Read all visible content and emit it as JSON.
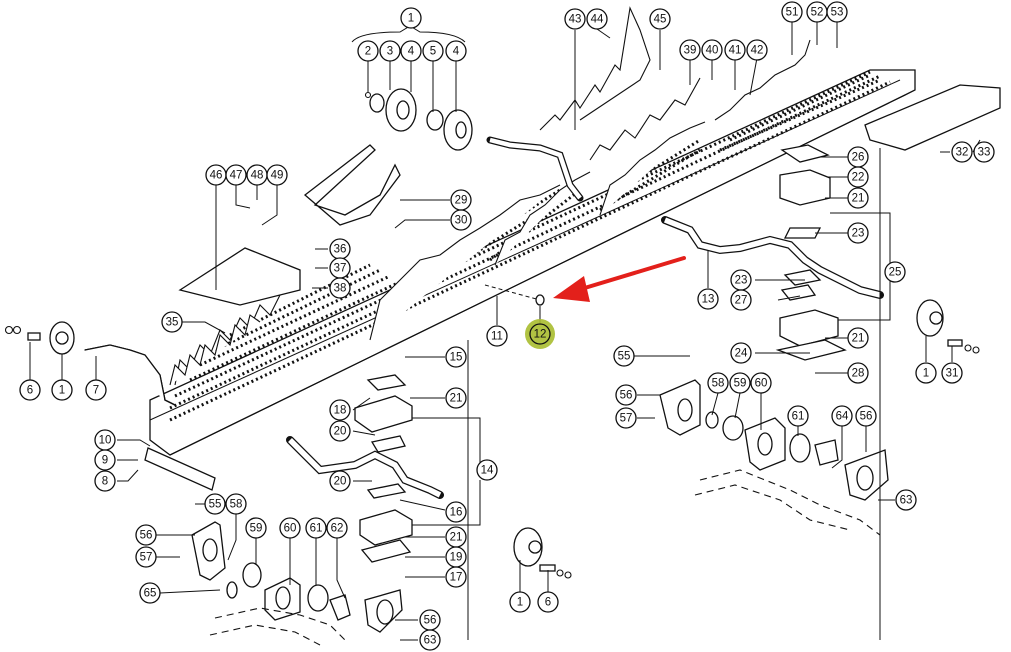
{
  "diagram": {
    "title": "Exploded parts diagram — straw walker / crankshaft assembly",
    "highlight_color": "#a9bd2f",
    "arrow_color": "#e3201b",
    "highlighted_part": "12",
    "callouts": [
      {
        "id": "c1a",
        "num": "1"
      },
      {
        "id": "c2",
        "num": "2"
      },
      {
        "id": "c3",
        "num": "3"
      },
      {
        "id": "c4a",
        "num": "4"
      },
      {
        "id": "c5",
        "num": "5"
      },
      {
        "id": "c4b",
        "num": "4"
      },
      {
        "id": "c43",
        "num": "43"
      },
      {
        "id": "c44",
        "num": "44"
      },
      {
        "id": "c45",
        "num": "45"
      },
      {
        "id": "c39",
        "num": "39"
      },
      {
        "id": "c40",
        "num": "40"
      },
      {
        "id": "c41",
        "num": "41"
      },
      {
        "id": "c42",
        "num": "42"
      },
      {
        "id": "c51",
        "num": "51"
      },
      {
        "id": "c52",
        "num": "52"
      },
      {
        "id": "c53",
        "num": "53"
      },
      {
        "id": "c32",
        "num": "32"
      },
      {
        "id": "c33",
        "num": "33"
      },
      {
        "id": "c26",
        "num": "26"
      },
      {
        "id": "c22",
        "num": "22"
      },
      {
        "id": "c21a",
        "num": "21"
      },
      {
        "id": "c23a",
        "num": "23"
      },
      {
        "id": "c25",
        "num": "25"
      },
      {
        "id": "c23b",
        "num": "23"
      },
      {
        "id": "c27",
        "num": "27"
      },
      {
        "id": "c21b",
        "num": "21"
      },
      {
        "id": "c24",
        "num": "24"
      },
      {
        "id": "c28",
        "num": "28"
      },
      {
        "id": "c13",
        "num": "13"
      },
      {
        "id": "c1b",
        "num": "1"
      },
      {
        "id": "c31",
        "num": "31"
      },
      {
        "id": "c46",
        "num": "46"
      },
      {
        "id": "c47",
        "num": "47"
      },
      {
        "id": "c48",
        "num": "48"
      },
      {
        "id": "c49",
        "num": "49"
      },
      {
        "id": "c29",
        "num": "29"
      },
      {
        "id": "c30",
        "num": "30"
      },
      {
        "id": "c36",
        "num": "36"
      },
      {
        "id": "c37",
        "num": "37"
      },
      {
        "id": "c38",
        "num": "38"
      },
      {
        "id": "c35",
        "num": "35"
      },
      {
        "id": "c11",
        "num": "11"
      },
      {
        "id": "c12",
        "num": "12"
      },
      {
        "id": "c6a",
        "num": "6"
      },
      {
        "id": "c1c",
        "num": "1"
      },
      {
        "id": "c7",
        "num": "7"
      },
      {
        "id": "c10",
        "num": "10"
      },
      {
        "id": "c9",
        "num": "9"
      },
      {
        "id": "c8",
        "num": "8"
      },
      {
        "id": "c15",
        "num": "15"
      },
      {
        "id": "c18",
        "num": "18"
      },
      {
        "id": "c21c",
        "num": "21"
      },
      {
        "id": "c20a",
        "num": "20"
      },
      {
        "id": "c14",
        "num": "14"
      },
      {
        "id": "c20b",
        "num": "20"
      },
      {
        "id": "c16",
        "num": "16"
      },
      {
        "id": "c21d",
        "num": "21"
      },
      {
        "id": "c19",
        "num": "19"
      },
      {
        "id": "c17",
        "num": "17"
      },
      {
        "id": "c55a",
        "num": "55"
      },
      {
        "id": "c58a",
        "num": "58"
      },
      {
        "id": "c56a",
        "num": "56"
      },
      {
        "id": "c57a",
        "num": "57"
      },
      {
        "id": "c65",
        "num": "65"
      },
      {
        "id": "c59a",
        "num": "59"
      },
      {
        "id": "c60a",
        "num": "60"
      },
      {
        "id": "c61a",
        "num": "61"
      },
      {
        "id": "c62",
        "num": "62"
      },
      {
        "id": "c56b",
        "num": "56"
      },
      {
        "id": "c63a",
        "num": "63"
      },
      {
        "id": "c1d",
        "num": "1"
      },
      {
        "id": "c6b",
        "num": "6"
      },
      {
        "id": "c55b",
        "num": "55"
      },
      {
        "id": "c56c",
        "num": "56"
      },
      {
        "id": "c57b",
        "num": "57"
      },
      {
        "id": "c58b",
        "num": "58"
      },
      {
        "id": "c59b",
        "num": "59"
      },
      {
        "id": "c60b",
        "num": "60"
      },
      {
        "id": "c61b",
        "num": "61"
      },
      {
        "id": "c64",
        "num": "64"
      },
      {
        "id": "c56d",
        "num": "56"
      },
      {
        "id": "c63b",
        "num": "63"
      }
    ]
  }
}
